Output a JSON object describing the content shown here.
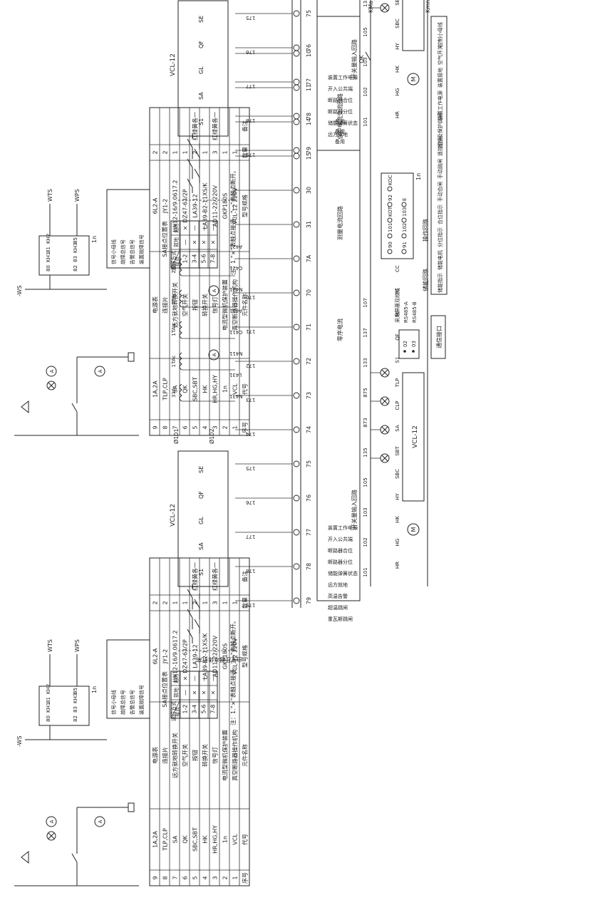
{
  "sheets": [
    {
      "id": "top",
      "parts_table": {
        "headers": [
          "序号",
          "代号",
          "元件名称",
          "型号规格",
          "数量",
          "备注"
        ],
        "rows": [
          [
            "9",
            "1A,2A",
            "电源表",
            "6L2-A",
            "2",
            ""
          ],
          [
            "8",
            "TLP,CLP",
            "连接片",
            "JY1-2",
            "2",
            ""
          ],
          [
            "7",
            "SA",
            "远方就地转换开关",
            "LW12-16/9.0617.2",
            "1",
            ""
          ],
          [
            "6",
            "QK",
            "空气开关",
            "DZ47-63/2P",
            "1",
            ""
          ],
          [
            "5",
            "SBC,SBT",
            "按钮",
            "LA39-12",
            "2",
            "红绿黄各一"
          ],
          [
            "4",
            "HK",
            "转换开关",
            "LA39-B2-11XS/K",
            "1",
            ""
          ],
          [
            "3",
            "HR,HG,HY",
            "信号灯",
            "AD11-22/220V",
            "3",
            "红绿黄各一"
          ],
          [
            "2",
            "1n",
            "电流型微机保护装置",
            "GKP180S",
            "1",
            ""
          ],
          [
            "1",
            "VCL",
            "真空断路器操作机构",
            "VCL-12 220V",
            "1",
            ""
          ]
        ]
      },
      "sa_table": {
        "title": "SA接点位置表",
        "corner_top": "运行方式",
        "corner_bottom": "接点",
        "cols": [
          "就地",
          "远方"
        ],
        "rows": [
          [
            "1-2",
            "—",
            "×"
          ],
          [
            "3-4",
            "×",
            "—"
          ],
          [
            "5-6",
            "×",
            "—"
          ],
          [
            "7-8",
            "×",
            "—"
          ]
        ]
      },
      "note": "注：1.“×”表触点接通，“—”表触点断开。",
      "signal_panel": {
        "bus_top": "-WS",
        "wts": "WTS",
        "wps": "WPS",
        "device": "1n",
        "contacts": [
          "80",
          "KH1",
          "81",
          "KH2",
          "82",
          "83",
          "KH3",
          "85"
        ],
        "labels": [
          "信号小母线",
          "故障总信号",
          "告警总信号",
          "装置故障信号"
        ]
      },
      "protection": {
        "terminal_labels": [
          "79",
          "78",
          "77",
          "76",
          "75",
          "74",
          "73",
          "72",
          "71",
          "70",
          "7A",
          "31",
          "30",
          "15",
          "14",
          "11",
          "10"
        ],
        "node_labels": [
          "179",
          "178",
          "177",
          "176",
          "175",
          "174",
          "173",
          "172",
          "171",
          "170"
        ],
        "vcl": "VCL-12",
        "wire_101": "Ø101",
        "wire_102": "Ø102",
        "contacts": [
          "S1",
          "SA",
          "GL",
          "QF",
          "SE"
        ],
        "ct_labels": [
          "31A",
          "1TAc",
          "1TAa",
          "2TAc",
          "2TAa"
        ],
        "meter_labels": [
          "N431",
          "L431",
          "N411",
          "C411",
          "A411",
          "N421",
          "C421",
          "A421"
        ],
        "functions": [
          "零序电流",
          "测量电流回路",
          "保护电流交流回路"
        ],
        "inputs": [
          "装置工作电源",
          "开入公共端",
          "断路器合位",
          "断路器分位",
          "储能弹簧状态",
          "远方就地"
        ],
        "input_title": "开关量输入回路",
        "spares": [
          "备用",
          "备用",
          "备用"
        ]
      },
      "control": {
        "kma": "KMa",
        "kmn": "KMn",
        "qk": "QK",
        "wires": [
          "101",
          "102",
          "103",
          "105",
          "135",
          "873",
          "875",
          "133",
          "137",
          "107"
        ],
        "device": "1n",
        "pins": [
          "90",
          "101",
          "KOT",
          "92",
          "KOC",
          "91",
          "102",
          "103",
          "E"
        ],
        "items": [
          "HR",
          "HG",
          "HK",
          "HY",
          "SBC",
          "SBT",
          "SA",
          "CLP",
          "TLP",
          "S1",
          "QF",
          "M",
          "TC",
          "CC"
        ],
        "vcl": "VCL-12",
        "rs485a": "RS485-A",
        "rs485b": "RS485-B",
        "cable_note": "采用屏蔽双绞线",
        "com_pins": [
          "02",
          "03"
        ],
        "com_label": "通信接口",
        "functions": [
          "控制小母线",
          "空气开关",
          "装置接地",
          "装置工作电源",
          "遥控及保护跳闸",
          "遥控合闸",
          "手动跳闸",
          "手动合闸",
          "合位指示",
          "分位指示",
          "储能电机",
          "储能指示"
        ],
        "group": "操作回路",
        "storage": "储能回路"
      }
    },
    {
      "id": "bottom",
      "parts_table": {
        "headers": [
          "序号",
          "代号",
          "元件名称",
          "型号规格",
          "数量",
          "备注"
        ],
        "rows": [
          [
            "9",
            "1A,2A",
            "电源表",
            "6L2-A",
            "2",
            ""
          ],
          [
            "8",
            "TLP,CLP",
            "连接片",
            "JY1-2",
            "2",
            ""
          ],
          [
            "7",
            "SA",
            "远方就地转换开关",
            "LW12-16/9.0617.2",
            "1",
            ""
          ],
          [
            "6",
            "QK",
            "空气开关",
            "DZ47-63/2P",
            "1",
            ""
          ],
          [
            "5",
            "SBC,SBT",
            "按钮",
            "LA39-12",
            "2",
            "红绿黄各一"
          ],
          [
            "4",
            "HK",
            "转换开关",
            "LA39-B2-11XS/K",
            "1",
            ""
          ],
          [
            "3",
            "HR,HG,HY",
            "信号灯",
            "AD11-22/220V",
            "3",
            "红绿黄各一"
          ],
          [
            "2",
            "1n",
            "电流型微机保护装置",
            "GKP180S",
            "1",
            ""
          ],
          [
            "1",
            "VCL",
            "真空断路器操作机构",
            "VCL-12 220V",
            "1",
            ""
          ]
        ]
      },
      "sa_table": {
        "title": "SA接点位置表",
        "corner_top": "运行方式",
        "corner_bottom": "接点",
        "cols": [
          "就地",
          "远方"
        ],
        "rows": [
          [
            "1-2",
            "—",
            "×"
          ],
          [
            "3-4",
            "×",
            "—"
          ],
          [
            "5-6",
            "×",
            "—"
          ],
          [
            "7-8",
            "×",
            "—"
          ]
        ]
      },
      "note": "注：1.“×”表触点接通，“—”表触点断开。",
      "signal_panel": {
        "bus_top": "-WS",
        "wts": "WTS",
        "wps": "WPS",
        "device": "1n",
        "contacts": [
          "80",
          "KH1",
          "81",
          "KH2",
          "82",
          "83",
          "KH3",
          "85"
        ],
        "labels": [
          "信号小母线",
          "故障总信号",
          "告警总信号",
          "装置故障信号"
        ]
      },
      "protection": {
        "terminal_labels": [
          "79",
          "78",
          "77",
          "76",
          "75",
          "74",
          "73",
          "72",
          "71",
          "70",
          "7A",
          "31",
          "30",
          "15",
          "14",
          "11",
          "10"
        ],
        "node_labels": [
          "179",
          "178",
          "177",
          "176",
          "175",
          "174",
          "173",
          "172",
          "171",
          "170"
        ],
        "vcl": "VCL-12",
        "wire_101": "Ø101",
        "wire_102": "Ø102",
        "contacts": [
          "S1",
          "SA",
          "GL",
          "QF",
          "SE"
        ],
        "ct_labels": [
          "31A",
          "1TAc",
          "1TAa",
          "2TAc",
          "2TAa"
        ],
        "meter_labels": [
          "N431",
          "L431",
          "N411",
          "C411",
          "A411",
          "N421",
          "C421",
          "A421"
        ],
        "functions": [
          "零序电流",
          "测量电流回路",
          "保护电流交流回路"
        ],
        "inputs": [
          "装置工作电源",
          "开入公共端",
          "断路器合位",
          "断路器分位",
          "储能弹簧状态",
          "远方就地",
          "高温告警",
          "超温跳闸",
          "重瓦斯跳闸"
        ],
        "input_title": "开关量输入回路",
        "spares": [],
        "side_note": "由变压器本体引来"
      },
      "control": {
        "kma": "KMa",
        "kmn": "Kmn",
        "qk": "QK",
        "wires": [
          "101",
          "102",
          "103",
          "105",
          "135",
          "873",
          "875",
          "133",
          "137",
          "107"
        ],
        "device": "1n",
        "pins": [
          "90",
          "101",
          "KOT",
          "92",
          "KOC",
          "91",
          "102",
          "103",
          "E"
        ],
        "items": [
          "HR",
          "HG",
          "HK",
          "HY",
          "SBC",
          "SBT",
          "SA",
          "CLP",
          "TLP",
          "S1",
          "QF",
          "M",
          "TC",
          "CC"
        ],
        "vcl": "VCL-12",
        "rs485a": "RS485-A",
        "rs485b": "RS485-B",
        "cable_note": "采用屏蔽双绞线",
        "com_pins": [
          "02",
          "03"
        ],
        "com_label": "通信接口",
        "functions": [
          "控制小母线",
          "空气开关",
          "装置接地",
          "装置工作电源",
          "遥控及保护跳闸",
          "遥控合闸",
          "手动跳闸",
          "手动合闸",
          "合位指示",
          "分位指示",
          "储能电机",
          "储能指示"
        ],
        "group": "操作回路",
        "storage": "储能回路"
      }
    }
  ]
}
